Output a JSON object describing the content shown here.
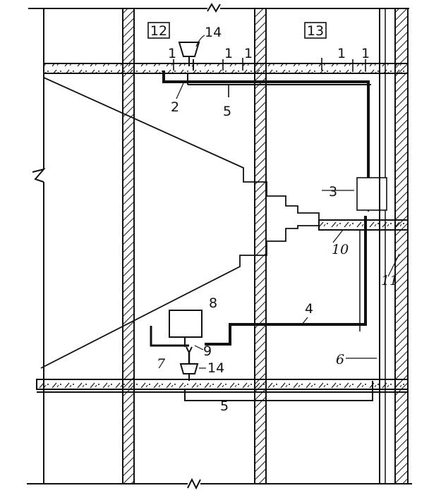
{
  "room_labels": {
    "left": "12",
    "right": "13"
  },
  "labels": {
    "reservoir_top": "14",
    "branch": "2",
    "upper_main": "5",
    "device": "3",
    "slab_mid": "10",
    "column_right": "11",
    "lower_pipe": "4",
    "pump": "8",
    "trap": "9",
    "drain": "7",
    "reservoir_bottom": "14",
    "riser": "6",
    "lower_main": "5",
    "risers_marker": "1"
  },
  "colors": {
    "ink": "#111111",
    "paper": "#ffffff"
  }
}
